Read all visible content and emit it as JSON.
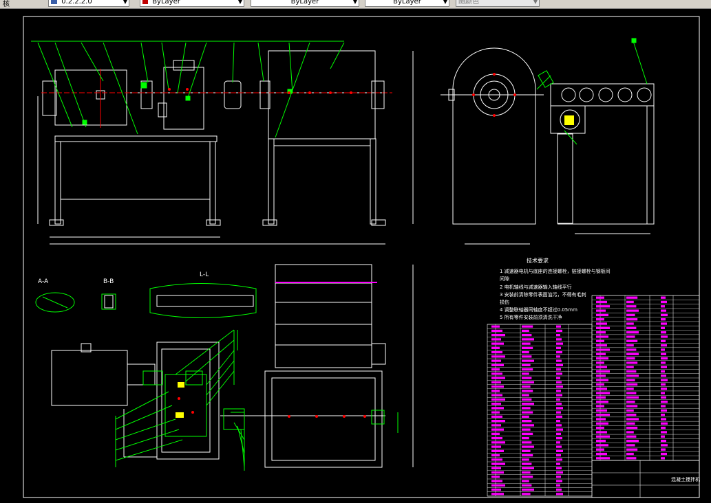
{
  "toolbar": {
    "left_label": "核",
    "field1_value": "0.2.2.2.0",
    "layer_value": "ByLayer",
    "linetype_value": "ByLayer",
    "lineweight_value": "ByLayer",
    "plotstyle_value": "随颜色",
    "colors": {
      "bylayer_swatch": "#c00000",
      "bg": "#d4d0c8"
    }
  },
  "drawing": {
    "tech_title": "技术要求",
    "tech_notes": [
      "1 减速器电机与底座的连接螺栓，链接螺栓与钢板间",
      "间隙",
      "2 电机轴线与减速器输入轴线平行",
      "3 安装前清除零件表面油污，不得有毛刺",
      "损伤",
      "4 调整联轴器同轴度不超过0.05mm",
      "5 所有零件安装前须清洗干净"
    ],
    "section_labels": [
      "A-A",
      "B-B",
      "L-L"
    ],
    "title_block_text": "混凝土搅拌机",
    "colors": {
      "outline": "#ffffff",
      "green": "#00ff00",
      "magenta": "#ff00ff",
      "red": "#ff0000",
      "yellow": "#ffff00",
      "bg": "#000000"
    }
  }
}
